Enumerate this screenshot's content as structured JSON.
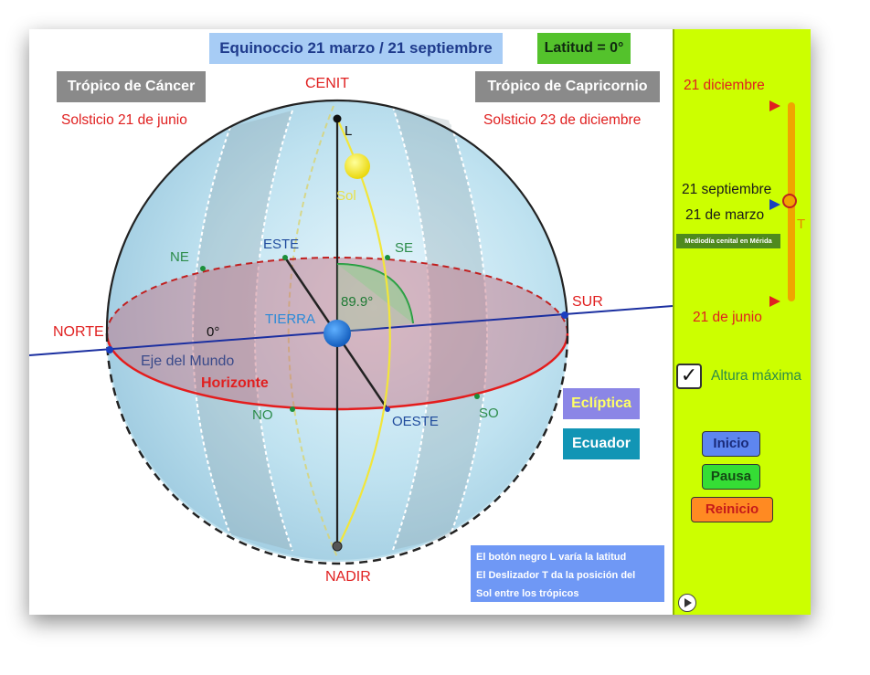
{
  "header": {
    "title": "Equinoccio 21 marzo / 21 septiembre",
    "latitude": "Latitud = 0°"
  },
  "tropics": {
    "cancer": "Trópico de Cáncer",
    "cancer_date": "Solsticio 21 de junio",
    "capricorn": "Trópico de Capricornio",
    "capricorn_date": "Solsticio 23 de diciembre"
  },
  "sphere": {
    "zenith": "CENIT",
    "nadir": "NADIR",
    "north": "NORTE",
    "south": "SUR",
    "east": "ESTE",
    "west": "OESTE",
    "ne": "NE",
    "se": "SE",
    "nw": "NO",
    "sw": "SO",
    "earth": "TIERRA",
    "sun": "Sol",
    "point_l": "L",
    "angle_value": "89.9°",
    "zero_degree": "0°",
    "world_axis": "Eje del Mundo",
    "horizon": "Horizonte"
  },
  "legend": {
    "ecliptic": "Eclíptica",
    "equator": "Ecuador"
  },
  "info": {
    "line1": "El botón negro L varía la latitud",
    "line2": "El Deslizador T da la posición del",
    "line3": "Sol entre los trópicos"
  },
  "panel": {
    "dec21": "21 diciembre",
    "sep21": "21 septiembre",
    "mar21": "21 de marzo",
    "midday": "Mediodía cenital en Mérida",
    "jun21": "21 de junio",
    "slider_label": "T",
    "slider_value": 0.5,
    "checkbox_label": "Altura máxima",
    "checkbox_checked": true,
    "start_button": "Inicio",
    "pause_button": "Pausa",
    "restart_button": "Reinicio"
  },
  "colors": {
    "panel_bg": "#ccff00",
    "horizon": "#e02020",
    "ecliptic": "#f2e63a",
    "sphere": "#a9d3e6",
    "red_text": "#e02020",
    "green_text": "#2c8c4a"
  }
}
